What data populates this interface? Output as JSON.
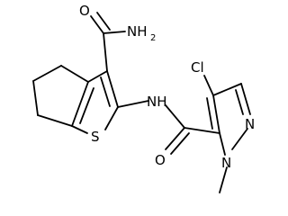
{
  "molecule": {
    "atoms": {
      "carbonyl_oxygen_top": "O",
      "amide_nitrogen_top": "NH",
      "amide_nitrogen_top_subscript": "2",
      "chlorine": "Cl",
      "amide_nh": "NH",
      "ring_sulfur": "S",
      "carbonyl_oxygen_bottom": "O",
      "pyrazole_nitrogen_right": "N",
      "pyrazole_nitrogen_bottom": "N"
    }
  }
}
